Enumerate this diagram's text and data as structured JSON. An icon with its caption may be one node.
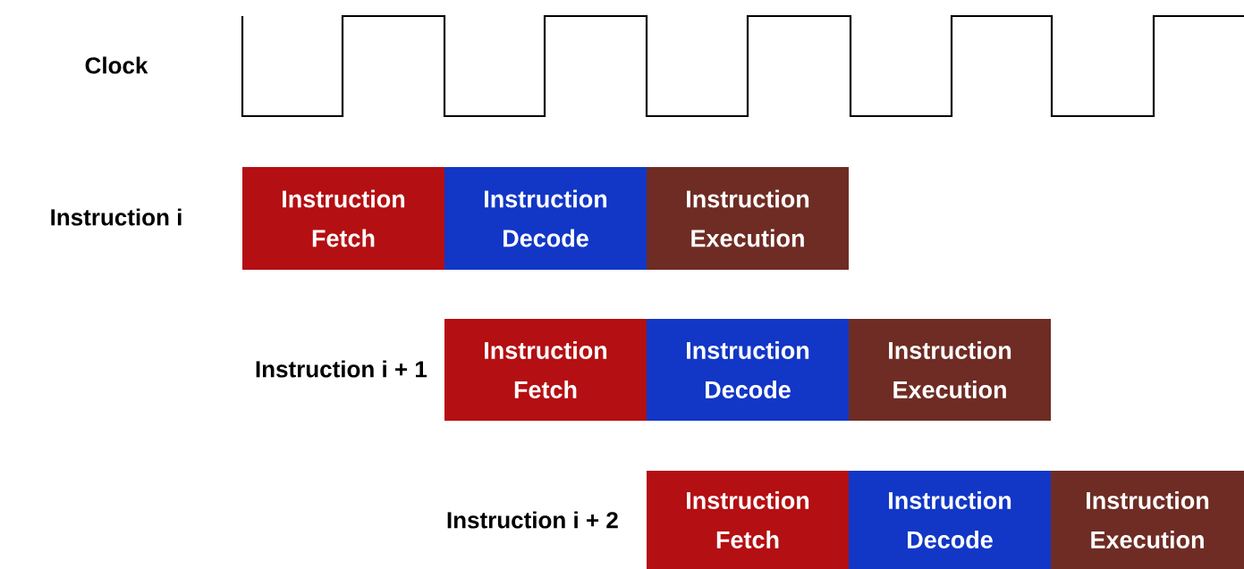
{
  "diagram": {
    "nodes": [
      {
        "text": [
          "Instruction Fetch"
        ]
      },
      {
        "text": [
          "Instruction Decode"
        ]
      },
      {
        "text": [
          "Instruction Execution"
        ]
      },
      {
        "text": [
          "Instruction Fetch"
        ]
      },
      {
        "text": [
          "Instruction Decode"
        ]
      },
      {
        "text": [
          "Instruction Execution"
        ]
      },
      {
        "text": [
          "Instruction Fetch"
        ]
      },
      {
        "text": [
          "Instruction Decode"
        ]
      },
      {
        "text": [
          "Instruction Execution"
        ]
      }
    ],
    "edges": [],
    "labels": [
      "Clock",
      "Instruction i",
      "Instruction i + 1",
      "Instruction i + 2"
    ]
  }
}
